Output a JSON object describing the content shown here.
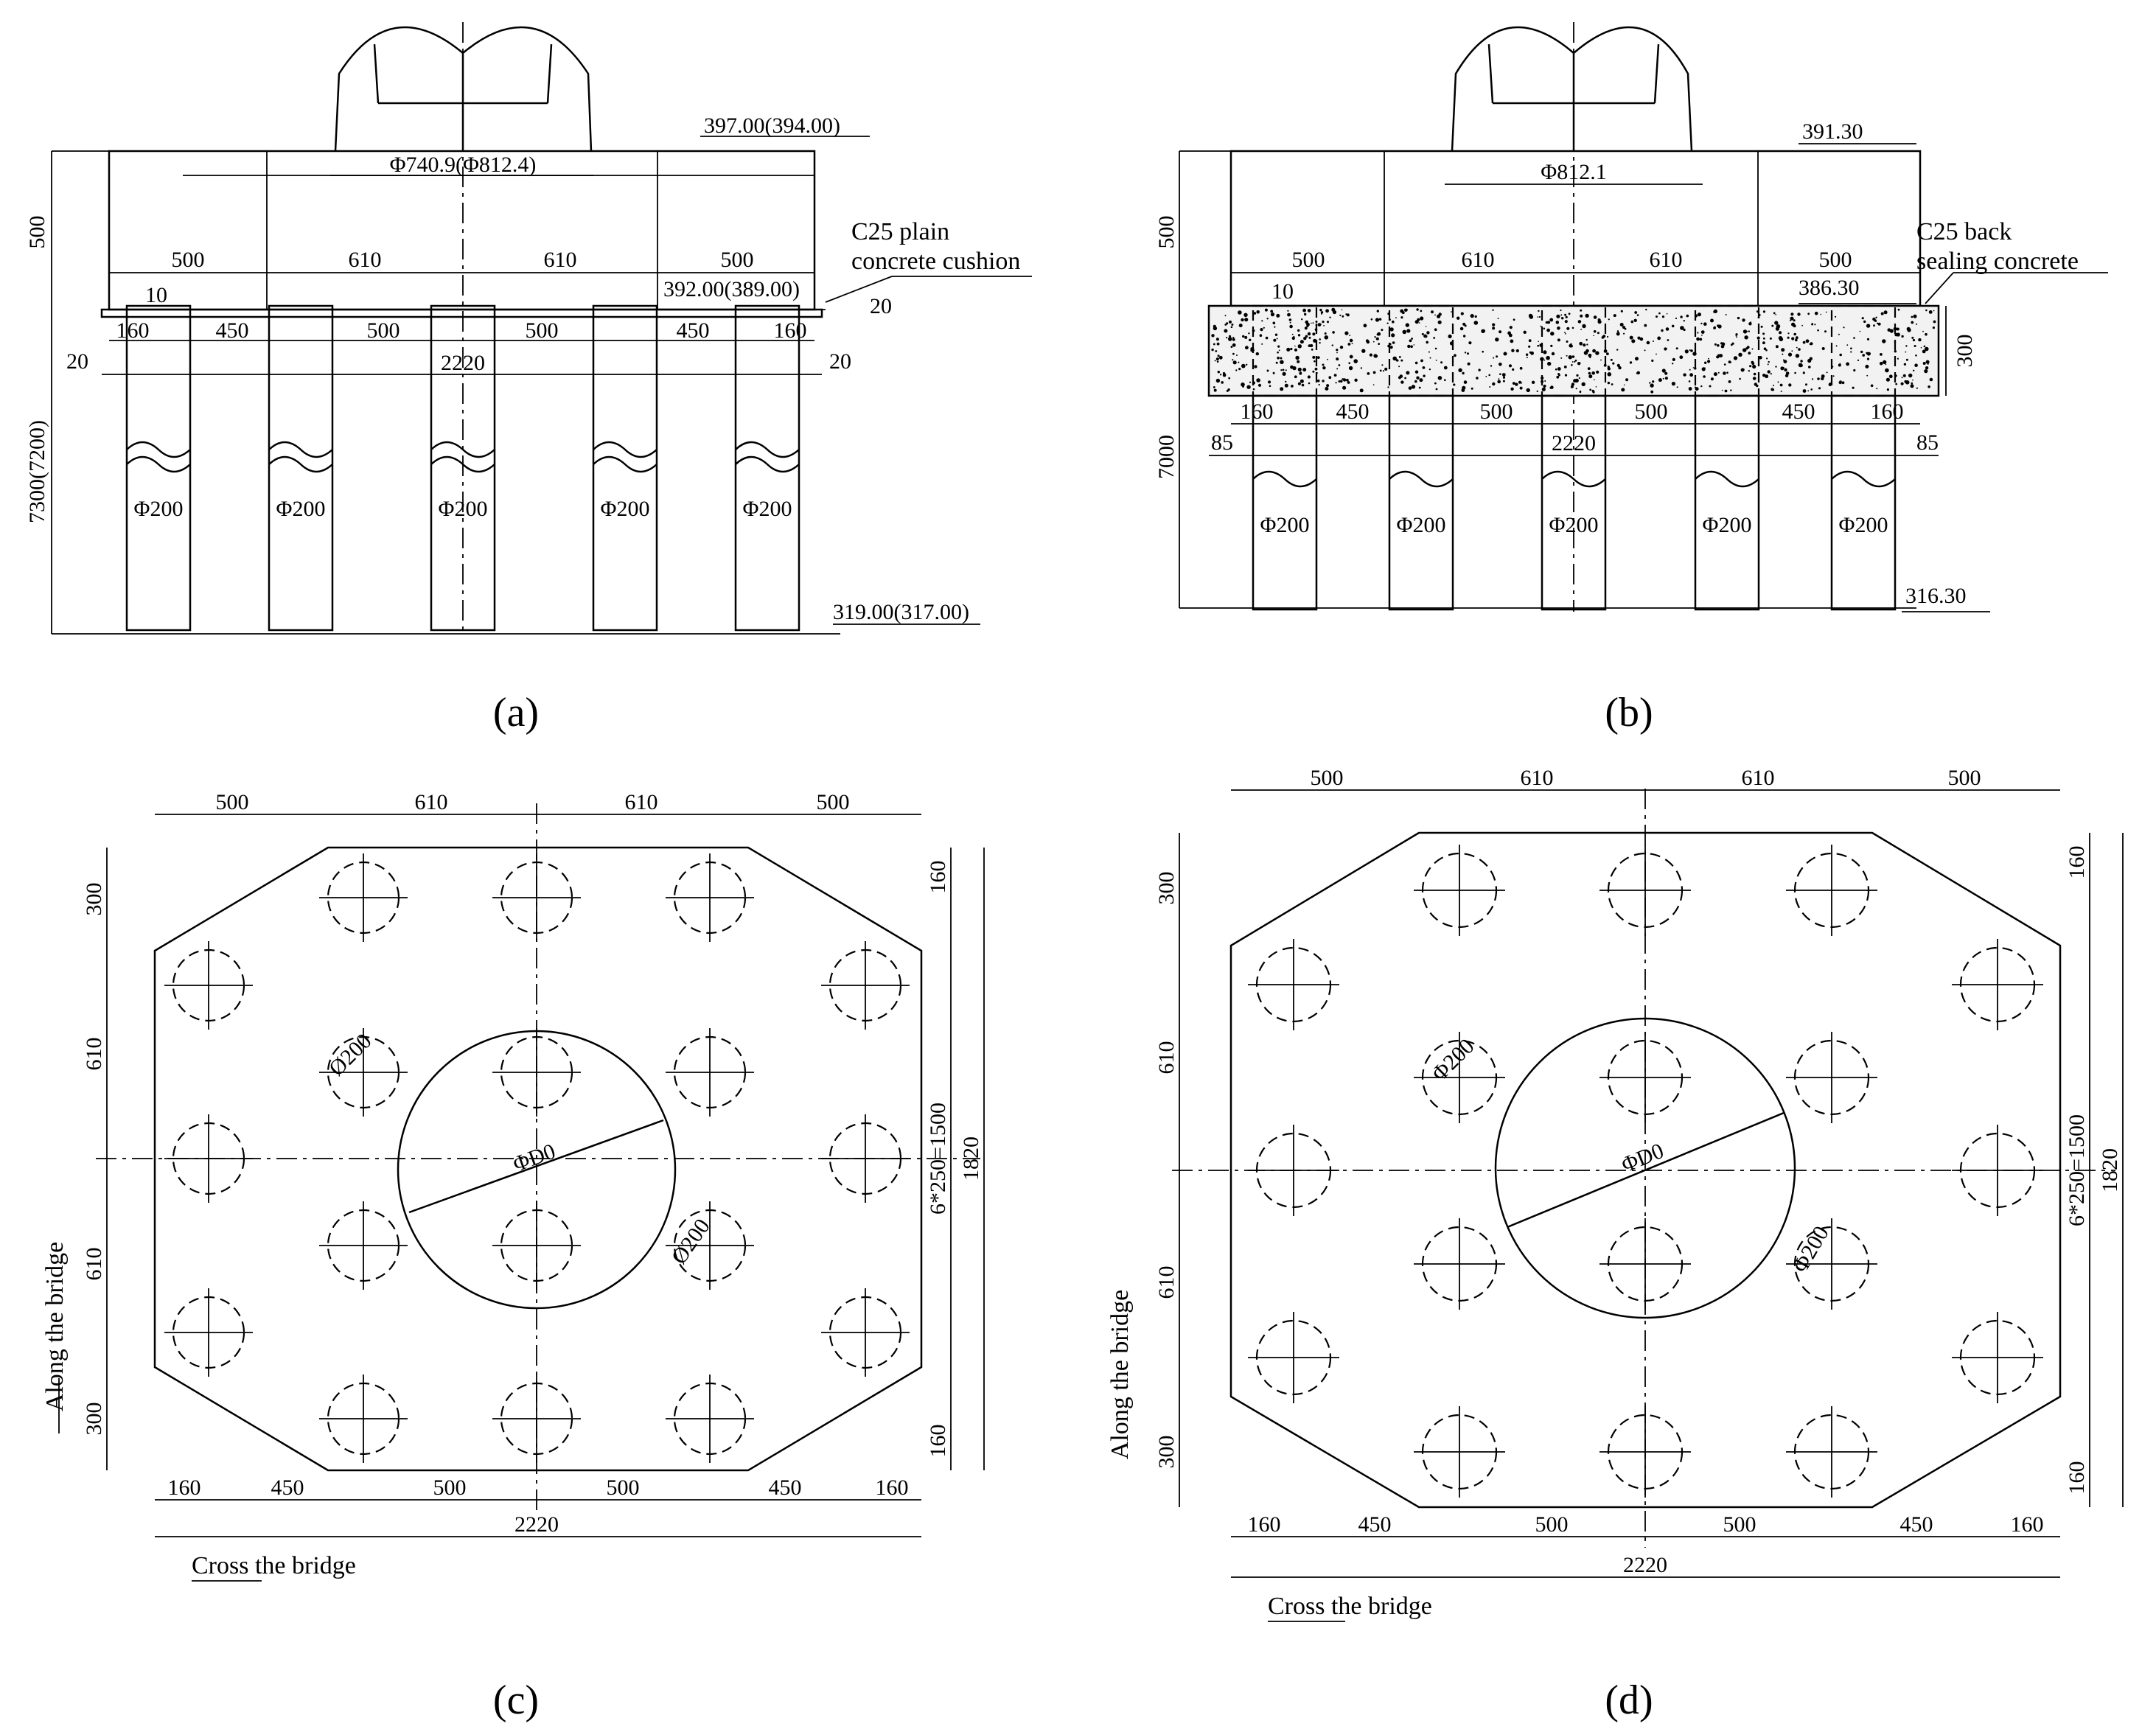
{
  "panels": {
    "a": {
      "caption": "(a)",
      "top_dims": [
        "500",
        "610",
        "610",
        "500"
      ],
      "height_dim": "500",
      "pile_dim": "7300(7200)",
      "pier_label": "Φ740.9(Φ812.4)",
      "elev_top": "397.00(394.00)",
      "elev_mid": "392.00(389.00)",
      "elev_bot": "319.00(317.00)",
      "note_line1": "C25 plain",
      "note_line2": "concrete cushion",
      "small_10": "10",
      "small_20": "20",
      "pile_spacing": [
        "160",
        "450",
        "500",
        "500",
        "450",
        "160"
      ],
      "total": "2220",
      "pile_label": "Φ200"
    },
    "b": {
      "caption": "(b)",
      "top_dims": [
        "500",
        "610",
        "610",
        "500"
      ],
      "height_dim": "500",
      "pile_dim": "7000",
      "seal_dim": "300",
      "pier_label": "Φ812.1",
      "elev_top": "391.30",
      "elev_mid": "386.30",
      "elev_bot": "316.30",
      "note_line1": "C25 back",
      "note_line2": "sealing concrete",
      "small_10": "10",
      "small_85": "85",
      "pile_spacing": [
        "160",
        "450",
        "500",
        "500",
        "450",
        "160"
      ],
      "total": "2220",
      "pile_label": "Φ200"
    },
    "c": {
      "caption": "(c)",
      "top_dims": [
        "500",
        "610",
        "610",
        "500"
      ],
      "left_dims": [
        "300",
        "610",
        "610",
        "300"
      ],
      "right_dims": [
        "160",
        "160"
      ],
      "rows_dim": "6*250=1500",
      "height_total": "1820",
      "bottom_dims": [
        "160",
        "450",
        "500",
        "500",
        "450",
        "160"
      ],
      "total": "2220",
      "center_label": "ΦD0",
      "pile_label": "Ø200",
      "along": "Along the bridge",
      "cross": "Cross the bridge"
    },
    "d": {
      "caption": "(d)",
      "top_dims": [
        "500",
        "610",
        "610",
        "500"
      ],
      "left_dims": [
        "300",
        "610",
        "610",
        "300"
      ],
      "right_dims": [
        "160",
        "160"
      ],
      "rows_dim": "6*250=1500",
      "height_total": "1820",
      "bottom_dims": [
        "160",
        "450",
        "500",
        "500",
        "450",
        "160"
      ],
      "total": "2220",
      "center_label": "ΦD0",
      "pile_label": "Φ200",
      "along": "Along the bridge",
      "cross": "Cross the bridge"
    }
  }
}
